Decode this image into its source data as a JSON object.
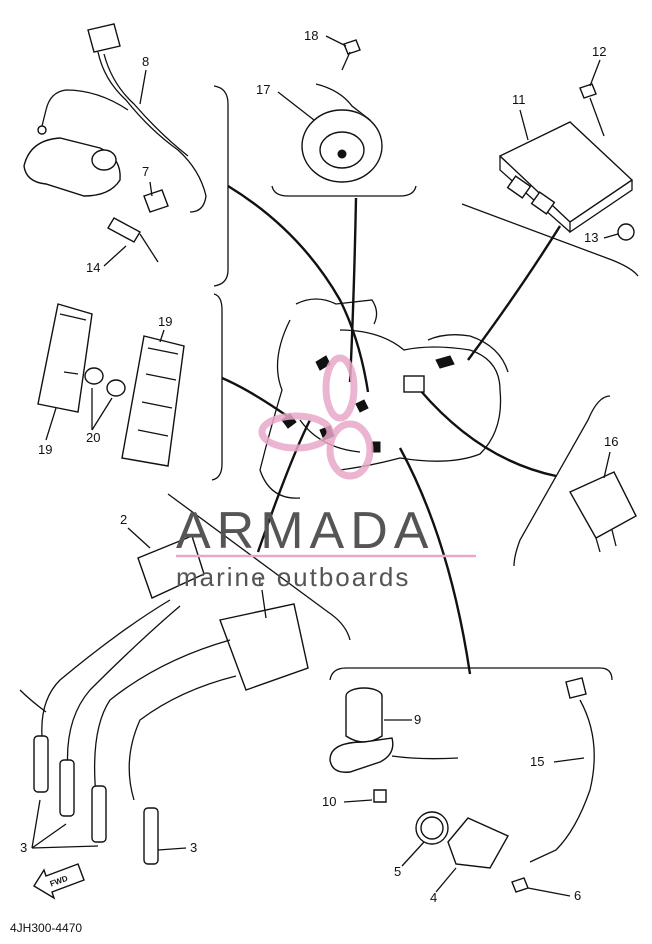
{
  "drawing": {
    "code": "4JH300-4470",
    "fwd_label": "FWD"
  },
  "watermark": {
    "brand": "ARMADA",
    "tagline": "marine outboards",
    "color": "#e8a8c8",
    "text_color": "#555555"
  },
  "callouts": [
    "1",
    "2",
    "3",
    "3",
    "4",
    "5",
    "6",
    "7",
    "8",
    "9",
    "10",
    "11",
    "12",
    "13",
    "14",
    "15",
    "16",
    "17",
    "18",
    "19",
    "19",
    "20"
  ]
}
